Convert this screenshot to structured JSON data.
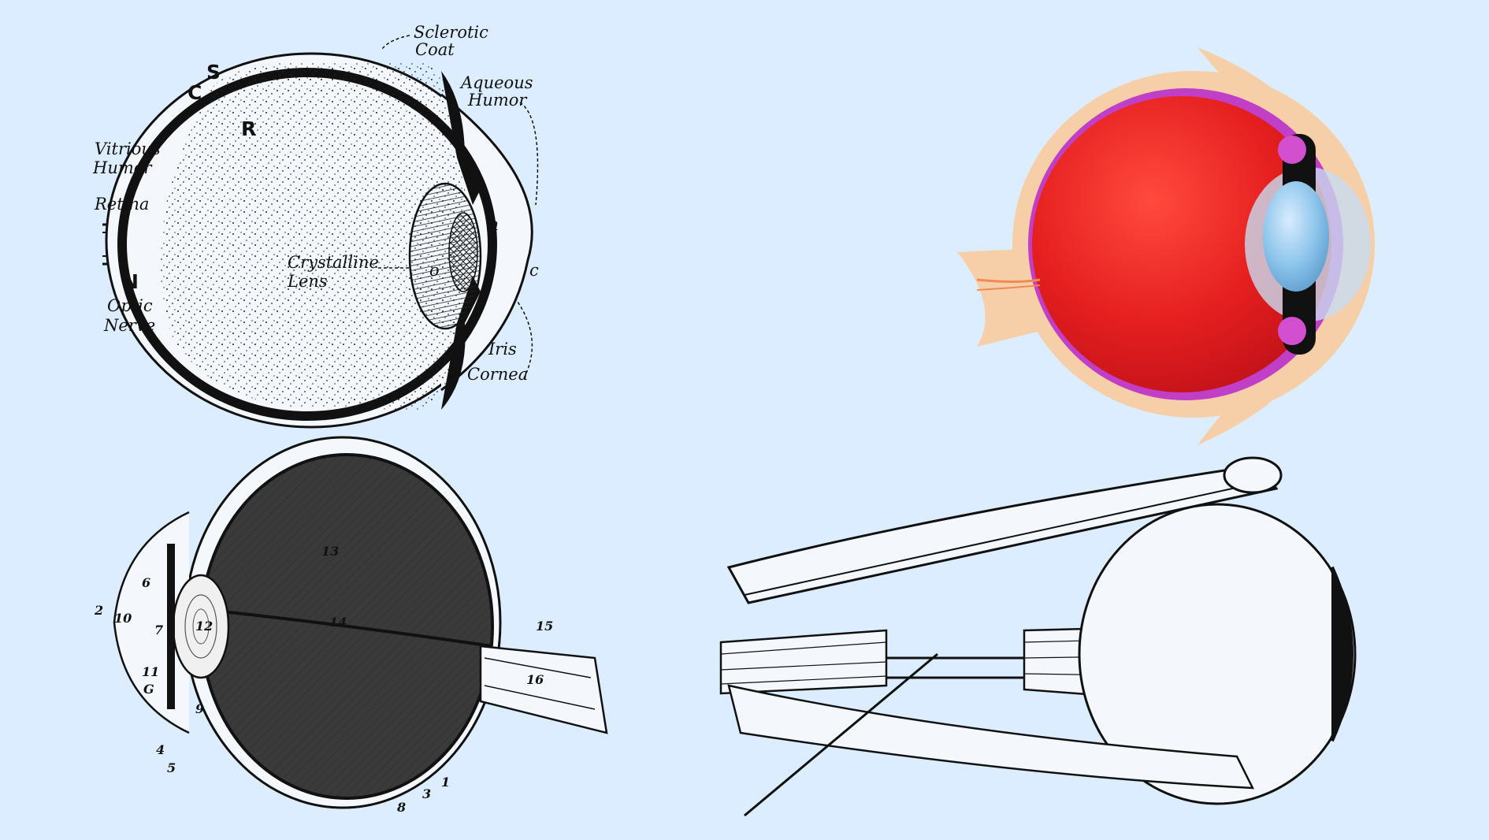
{
  "panels": {
    "top_left": {
      "labels": {
        "sclerotic_1": "Sclerotic",
        "sclerotic_2": "Coat",
        "aqueous_1": "Aqueous",
        "aqueous_2": "Humor",
        "vitreous_1": "Vitrious",
        "vitreous_2": "Humor",
        "retina": "Retina",
        "lens_1": "Crystalline",
        "lens_2": "Lens",
        "optic_1": "Optic",
        "optic_2": "Nerve",
        "iris": "Iris",
        "cornea": "Cornea",
        "letter_c1": "C",
        "letter_s": "S",
        "letter_r": "R",
        "letter_n": "N",
        "letter_h": "h",
        "letter_o": "o",
        "letter_i": "i",
        "letter_c2": "c"
      }
    },
    "bottom_left": {
      "numbers": {
        "n1": "1",
        "n2": "2",
        "n3": "3",
        "n4": "4",
        "n5": "5",
        "n6": "6",
        "n7": "7",
        "n8": "8",
        "n9": "9",
        "n10": "10",
        "n11": "11",
        "n12": "12",
        "n13": "13",
        "n14": "14",
        "n15": "15",
        "n16": "16",
        "nG": "G"
      }
    }
  },
  "colors": {
    "background": "#dcedff",
    "eyeball_red": "#e51f1f",
    "sclera_outline": "#c13ec6",
    "tissue": "#f6cfa8",
    "lens_blue": "#8cc4ea",
    "ink": "#111111"
  }
}
